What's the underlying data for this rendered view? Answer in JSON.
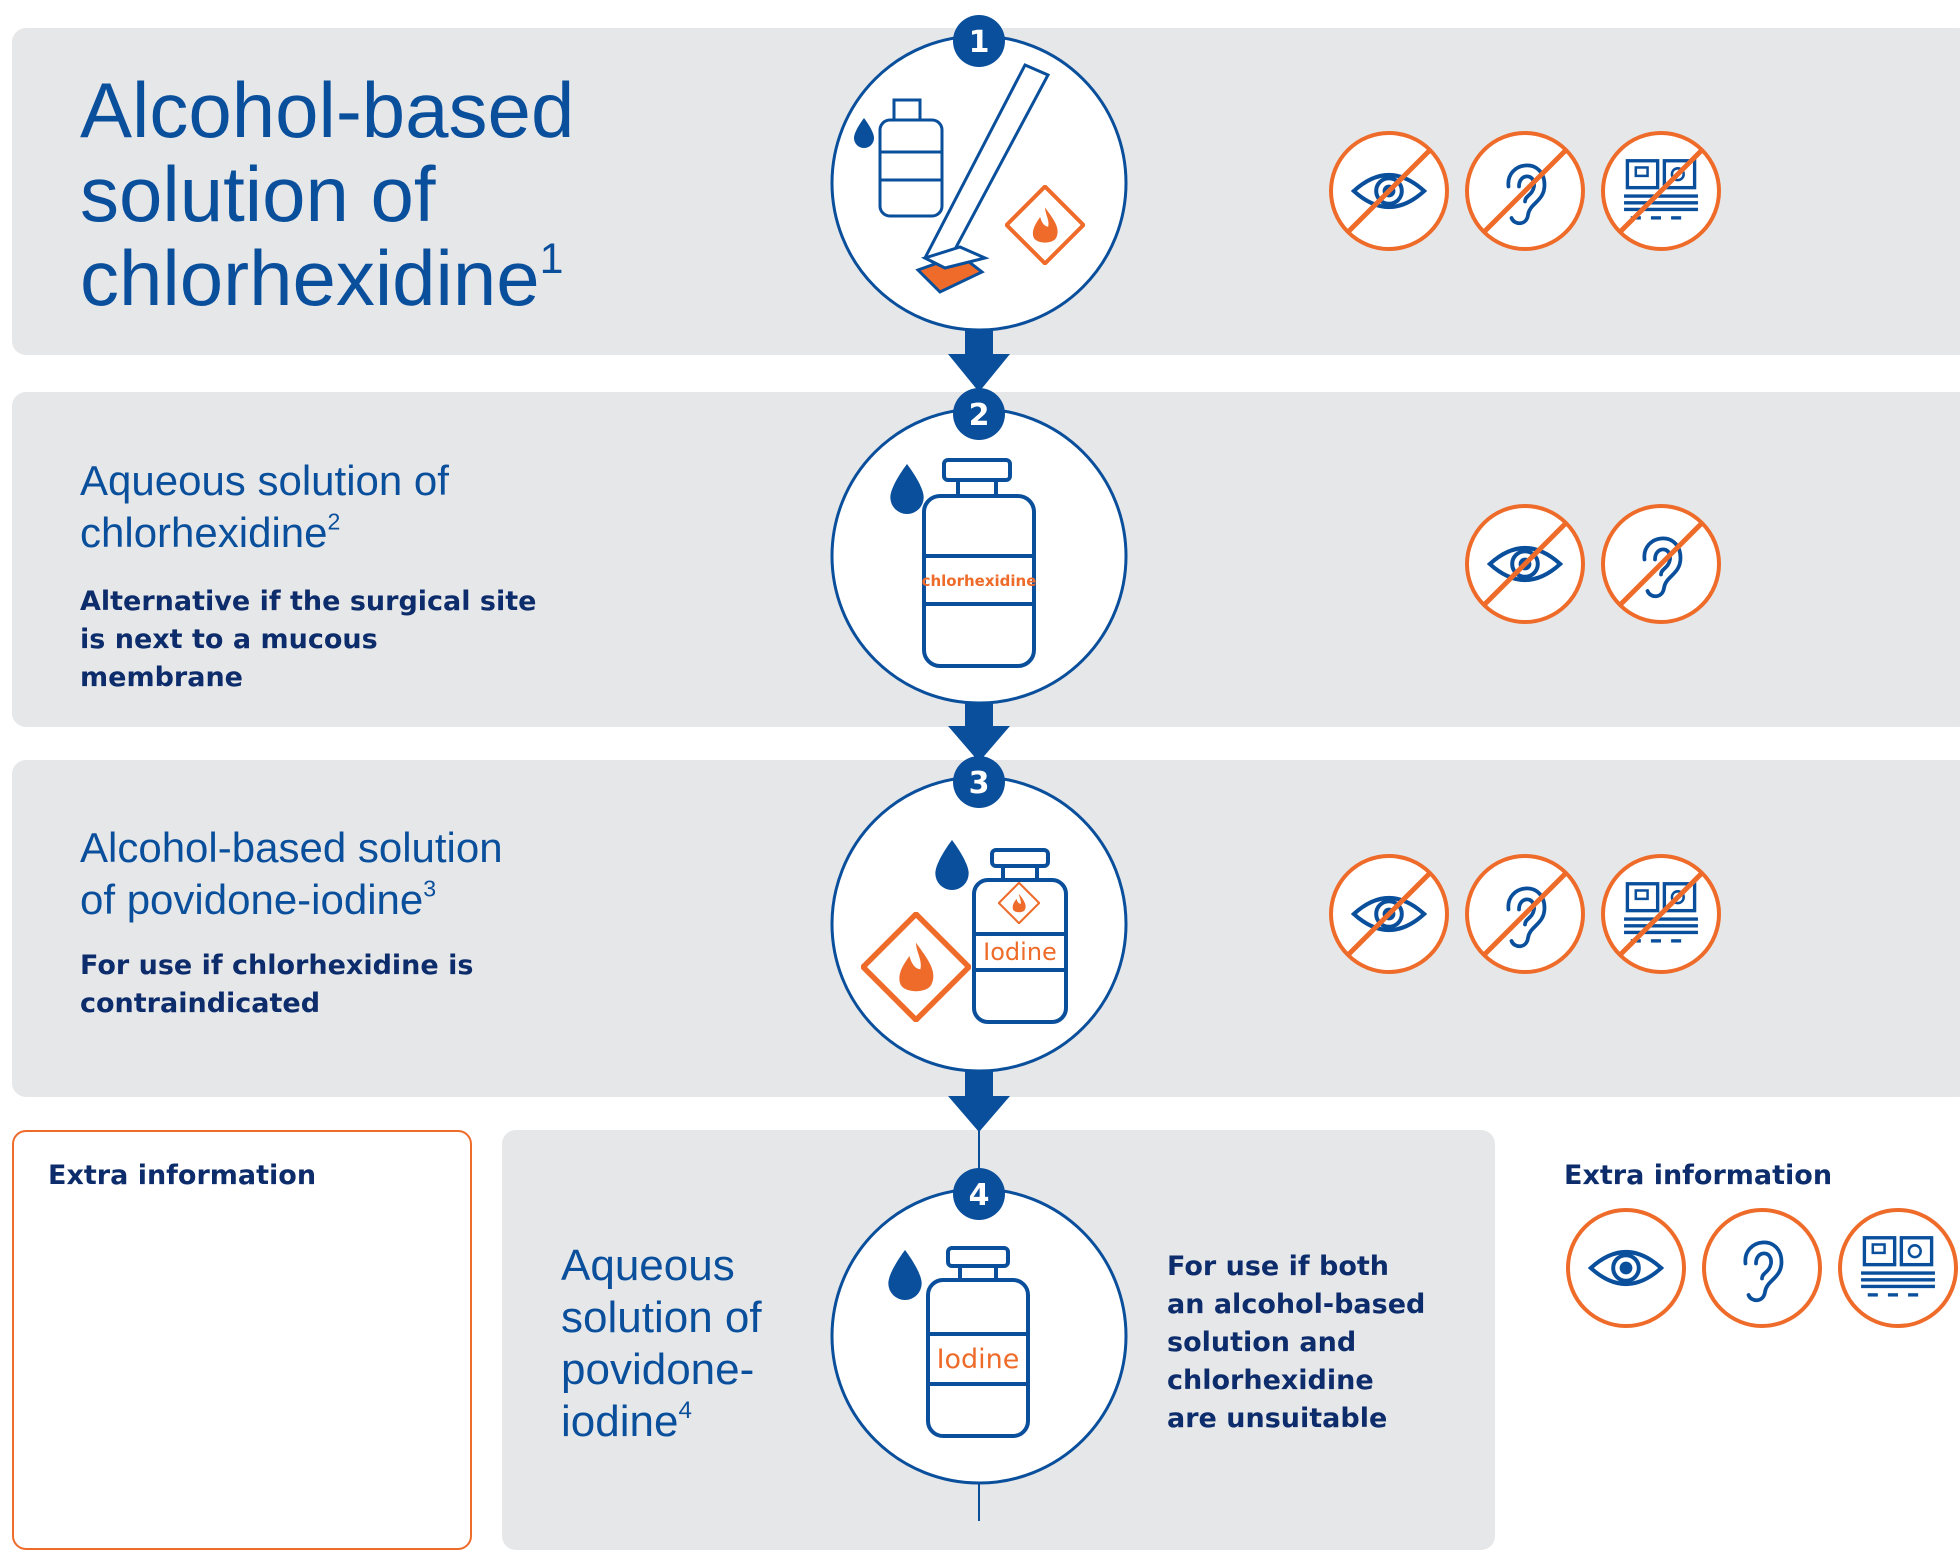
{
  "steps": [
    {
      "number": "1",
      "title": "Alcohol-based solution of chlorhexidine",
      "sup": "1",
      "note": ""
    },
    {
      "number": "2",
      "title": "Aqueous solution of chlorhexidine",
      "sup": "2",
      "note": "Alternative if the surgical site is next to a mucous membrane",
      "bottle_label": "chlorhexidine"
    },
    {
      "number": "3",
      "title": "Alcohol-based solution of povidone-iodine",
      "sup": "3",
      "note": "For use if chlorhexidine is contraindicated",
      "bottle_label": "Iodine"
    },
    {
      "number": "4",
      "title": "Aqueous solution of povidone-iodine",
      "sup": "4",
      "note": "For use if both an alcohol-based solution and chlorhexidine are unsuitable",
      "bottle_label": "Iodine"
    }
  ],
  "extra_left": {
    "heading": "Extra information"
  },
  "extra_right": {
    "heading": "Extra information"
  },
  "icons": {
    "step1": [
      "no-eyes-icon",
      "no-ears-icon",
      "no-wounds-icon"
    ],
    "step2": [
      "no-eyes-icon",
      "no-ears-icon"
    ],
    "step3": [
      "no-eyes-icon",
      "no-ears-icon",
      "no-wounds-icon"
    ],
    "extra": [
      "eye-icon",
      "ear-icon",
      "skin-wound-icon"
    ]
  },
  "colors": {
    "blue": "#0a4f9c",
    "navy": "#0d2c6b",
    "orange": "#ee6b2a",
    "panel": "#e6e7e9"
  }
}
